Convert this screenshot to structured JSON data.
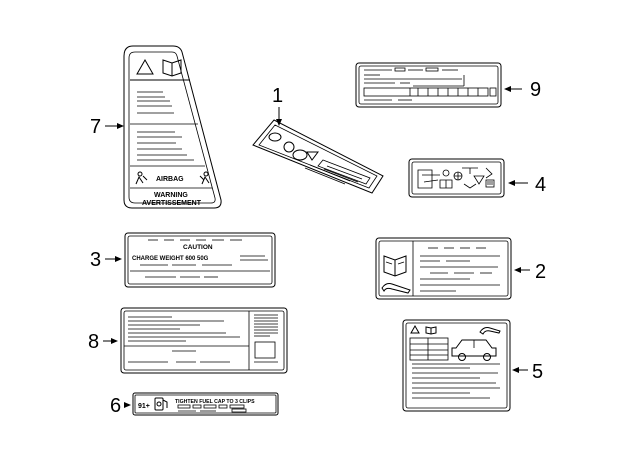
{
  "callouts": {
    "n1": "1",
    "n2": "2",
    "n3": "3",
    "n4": "4",
    "n5": "5",
    "n6": "6",
    "n7": "7",
    "n8": "8",
    "n9": "9"
  },
  "labels": {
    "airbag_label": {
      "airbag": "AIRBAG",
      "warning": "WARNING",
      "avertissement": "AVERTISSEMENT"
    },
    "caution_label": {
      "caution": "CAUTION",
      "charge_weight": "CHARGE WEIGHT 600   50G"
    },
    "fuel_label": {
      "octane": "91+",
      "text": "TIGHTEN FUEL CAP TO 3 CLIPS"
    }
  }
}
